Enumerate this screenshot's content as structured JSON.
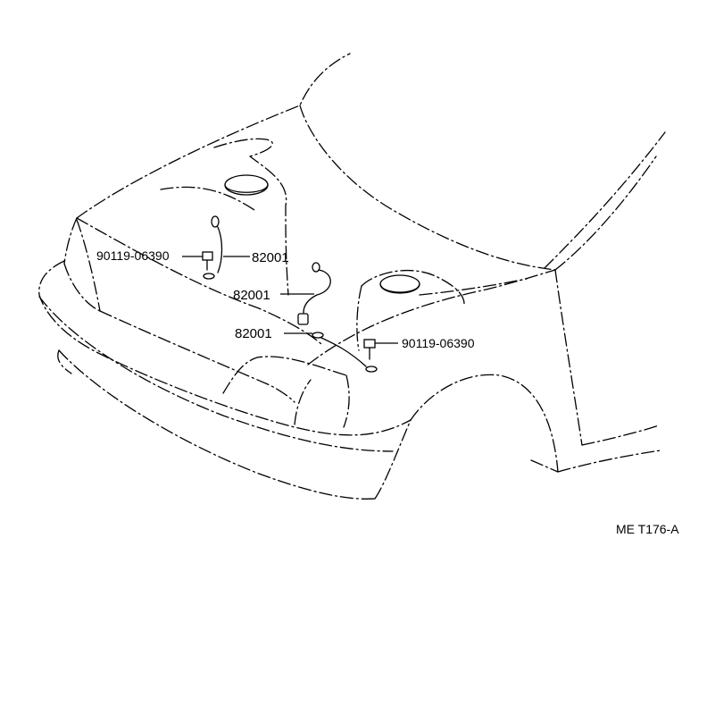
{
  "callouts": {
    "bolt_left": "90119-06390",
    "hose_left": "82001",
    "hose_mid": "82001",
    "hose_lower": "82001",
    "bolt_right": "90119-06390"
  },
  "figure_code": "ME T176-A"
}
